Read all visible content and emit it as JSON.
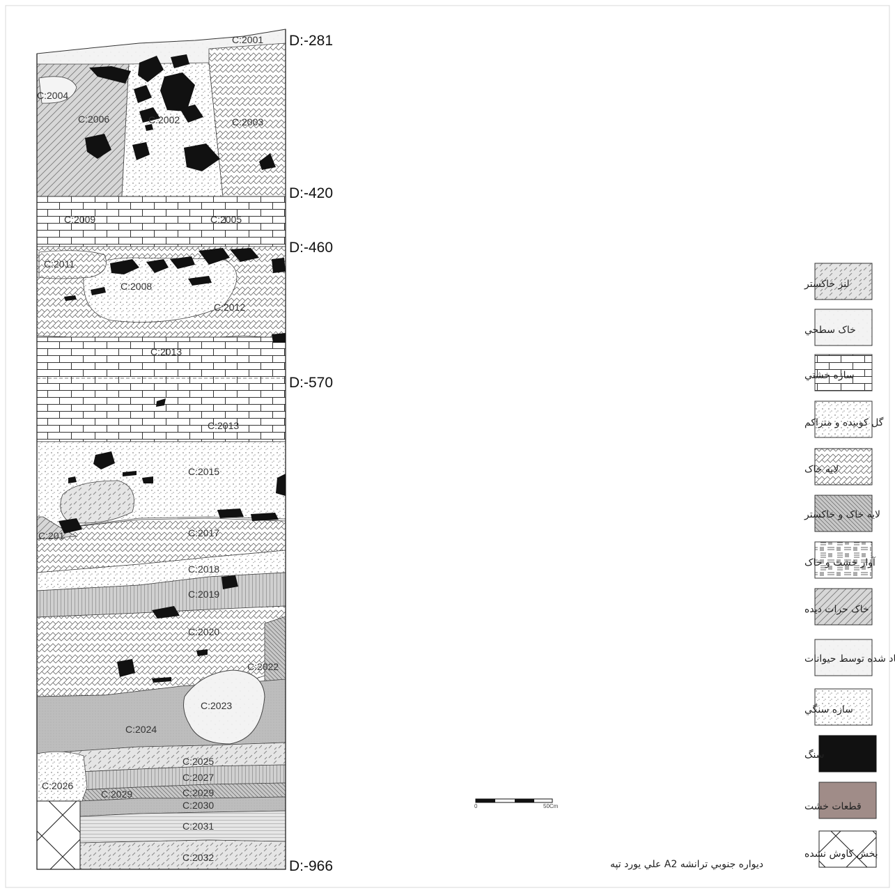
{
  "section": {
    "title": "ديواره جنوبي ترانشه A2 علي يورد تپه",
    "scale_label_start": "0",
    "scale_label_end": "50Cm",
    "depth_labels": [
      "D:-281",
      "D:-420",
      "D:-460",
      "D:-570",
      "D:-966"
    ],
    "contexts": [
      "C:2001",
      "C:2004",
      "C:2006",
      "C:2002",
      "C:2003",
      "C:2009",
      "C:2005",
      "C:2011",
      "C:2008",
      "C:2012",
      "C:2013",
      "C:2013",
      "C:2015",
      "C:201",
      "C:2017",
      "C:2018",
      "C:2019",
      "C:2020",
      "C:2022",
      "C:2023",
      "C:2024",
      "C:2025",
      "C:2027",
      "C:2026",
      "C:2029",
      "C:2029",
      "C:2030",
      "C:2031",
      "C:2032"
    ]
  },
  "legend": [
    {
      "label": "لنز خاكستر",
      "pattern": "ash-lens"
    },
    {
      "label": "خاک سطحي",
      "pattern": "surface-soil"
    },
    {
      "label": "سازه خشتي",
      "pattern": "mudbrick"
    },
    {
      "label": "گل کوبيده و متراکم",
      "pattern": "packed-mud"
    },
    {
      "label": "لايه خاک",
      "pattern": "soil-layer"
    },
    {
      "label": "لايه خاک و خاکستر",
      "pattern": "soil-ash"
    },
    {
      "label": "آوار خشت و خاک",
      "pattern": "brick-debris"
    },
    {
      "label": "خاک حرات ديده",
      "pattern": "burnt-soil"
    },
    {
      "label": "حفره ايجاد شده توسط حيوانات",
      "pattern": "animal-burrow"
    },
    {
      "label": "سازه سنگي",
      "pattern": "stone-structure"
    },
    {
      "label": "سنگ",
      "pattern": "stone",
      "color": "#111111"
    },
    {
      "label": "قطعات خشت",
      "pattern": "brick-fragments",
      "color": "#a08c88"
    },
    {
      "label": "بخش کاوش نشده",
      "pattern": "unexcavated"
    }
  ]
}
